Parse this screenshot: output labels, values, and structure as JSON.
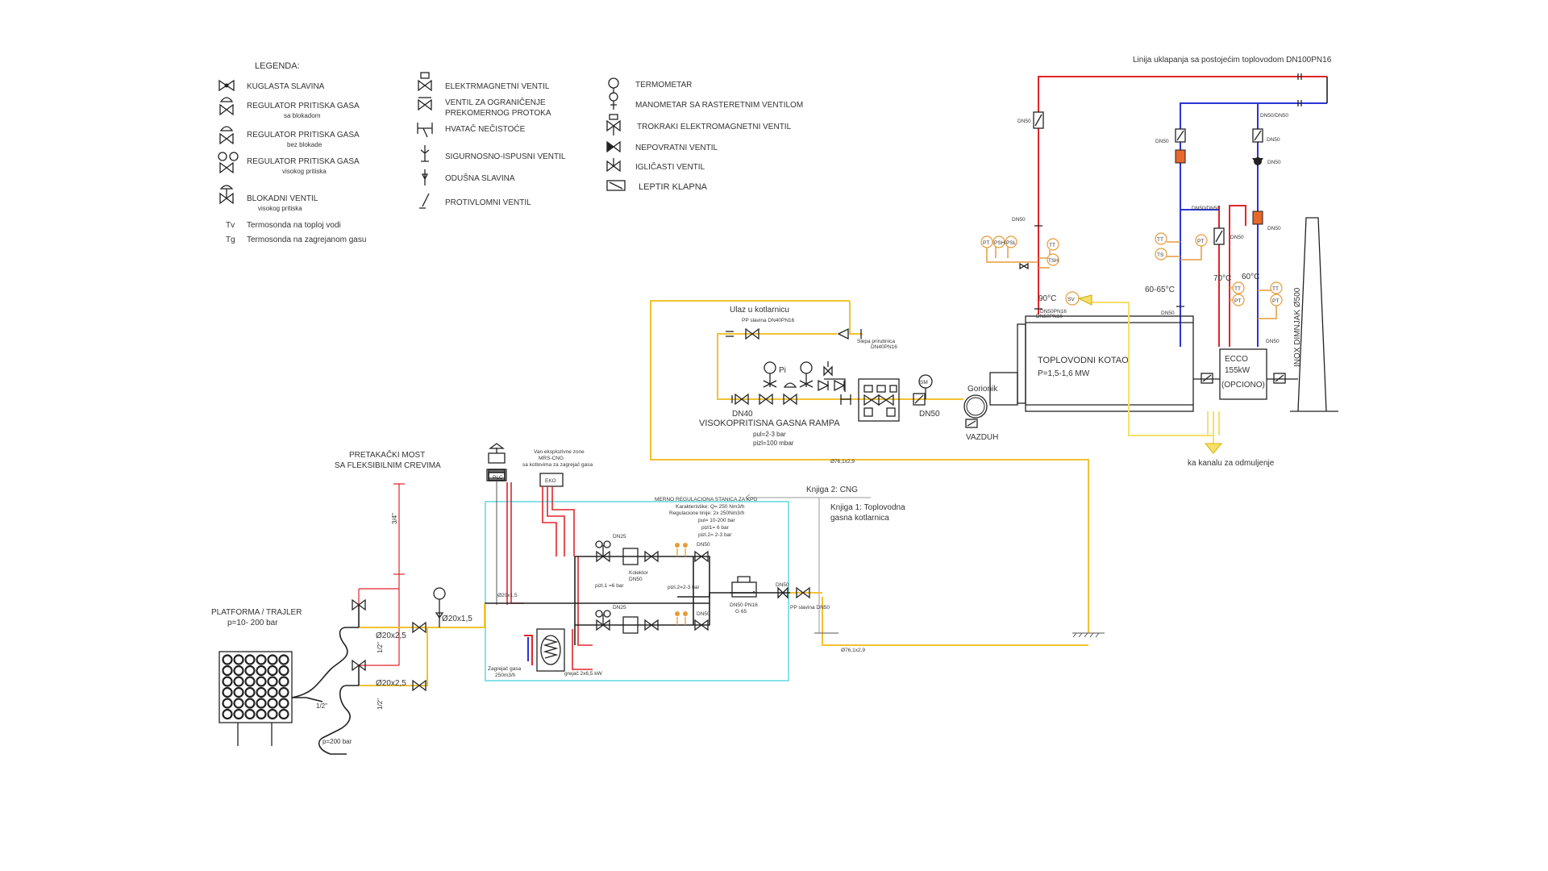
{
  "legend": {
    "title": "LEGENDA:",
    "col1": [
      {
        "icon": "ball-valve-icon",
        "label": "KUGLASTA SLAVINA",
        "sub": ""
      },
      {
        "icon": "pressure-regulator-blocking-icon",
        "label": "REGULATOR PRITISKA GASA",
        "sub": "sa blokadom"
      },
      {
        "icon": "pressure-regulator-icon",
        "label": "REGULATOR PRITISKA GASA",
        "sub": "bez blokade"
      },
      {
        "icon": "high-pressure-regulator-icon",
        "label": "REGULATOR PRITISKA GASA",
        "sub": "visokog pritiska"
      },
      {
        "icon": "shutoff-valve-icon",
        "label": "BLOKADNI VENTIL",
        "sub": "visokog pritiska"
      }
    ],
    "col1_text": [
      {
        "abbr": "Tv",
        "label": "Termosonda na toploj vodi"
      },
      {
        "abbr": "Tg",
        "label": "Termosonda na zagrejanom gasu"
      }
    ],
    "col2": [
      {
        "icon": "solenoid-valve-icon",
        "label": "ELEKTRMAGNETNI VENTIL",
        "sub": ""
      },
      {
        "icon": "excess-flow-valve-icon",
        "label": "VENTIL ZA OGRANIČENJE",
        "sub": "PREKOMERNOG PROTOKA"
      },
      {
        "icon": "strainer-icon",
        "label": "HVATAČ NEČISTOĆE",
        "sub": ""
      },
      {
        "icon": "safety-relief-valve-icon",
        "label": "SIGURNOSNO-ISPUSNI VENTIL",
        "sub": ""
      },
      {
        "icon": "vent-valve-icon",
        "label": "ODUŠNA SLAVINA",
        "sub": ""
      },
      {
        "icon": "flame-arrester-icon",
        "label": "PROTIVLOMNI VENTIL",
        "sub": ""
      }
    ],
    "col3": [
      {
        "icon": "thermometer-icon",
        "label": "TERMOMETAR"
      },
      {
        "icon": "manometer-icon",
        "label": "MANOMETAR SA RASTERETNIM VENTILOM"
      },
      {
        "icon": "three-way-solenoid-icon",
        "label": "TROKRAKI ELEKTROMAGNETNI VENTIL"
      },
      {
        "icon": "check-valve-icon",
        "label": "NEPOVRATNI VENTIL"
      },
      {
        "icon": "needle-valve-icon",
        "label": "IGLIČASTI VENTIL"
      },
      {
        "icon": "butterfly-damper-icon",
        "label": "LEPTIR KLAPNA"
      }
    ]
  },
  "labels": {
    "connection_line": "Linija uklapanja sa postojećim toplovodom DN100PN16",
    "boiler_title": "TOPLOVODNI KOTAO",
    "boiler_power": "P=1,5-1,6 MW",
    "burner": "Gorionik",
    "air": "VAZDUH",
    "ecco_1": "ECCO",
    "ecco_2": "155kW",
    "ecco_3": "(OPCIONO)",
    "chimney": "INOX DIMNJAK Ø500",
    "drain": "ka kanalu za odmuljenje",
    "gas_inlet": "Ulaz u kotlarnicu",
    "gas_inlet_sub": "PP slavina DN40PN16",
    "blind_flange_1": "Slepa prirubnica",
    "blind_flange_2": "DN40PN16",
    "dn40": "DN40",
    "dn50": "DN50",
    "ramp": "VISOKOPRITISNA GASNA RAMPA",
    "pul": "pul=2-3 bar",
    "pizl": "pizl=100 mbar",
    "pipe_76_top": "Ø76,1x2,9",
    "pipe_76_bot": "Ø76,1x2,9",
    "book2": "Knjiga 2: CNG",
    "book1_1": "Knjiga 1: Toplovodna",
    "book1_2": "gasna kotlarnica",
    "bridge_1": "PRETAKAČKI MOST",
    "bridge_2": "SA FLEKSIBILNIM CREVIMA",
    "platform_1": "PLATFORMA / TRAJLER",
    "platform_2": "p=10- 200 bar",
    "p200": "p=200 bar",
    "d20_1": "Ø20x2,5",
    "d20_2": "Ø20x2,5",
    "d20x15": "Ø20x1,5",
    "d20x15_small": "Ø20x1,5",
    "threequarter": "3/4\"",
    "half_1": "1/2\"",
    "half_2": "1/2\"",
    "half_3": "1/2\"",
    "station_title": "MERNO REGULACIONA STANICA ZA KPG",
    "station_l1": "Karakteristike: Q= 250 Nm3/h",
    "station_l2": "Regulacione linije: 2x 250Nm3/h",
    "station_l3": "pul= 10-200 bar",
    "station_l4": "pizl1= 6 bar",
    "station_l5": "pizl.2= 2-3 bar",
    "ex_zone_1": "Van eksplozivne zone",
    "ex_zone_2": "MRS-CNG",
    "ex_zone_3": "sa kotlovima za zagrejač gasa",
    "eko": "EKO",
    "plc": "PLC",
    "dn25_1": "DN25",
    "dn25_2": "DN25",
    "dn50_a": "DN50",
    "dn50_b": "DN50",
    "dn50_c": "DN50",
    "collector_1": "Kolektor",
    "collector_2": "DN50",
    "pizl1_lbl": "pizl.1 =6 bar",
    "pizl2_lbl": "pizl.2=2-3 bar",
    "meter_1": "DN50 PN16",
    "meter_2": "G 65",
    "pp_slavina": "PP slavina DN50",
    "heater_1": "Zagrejač gasa",
    "heater_2": "250m3/h",
    "heater_elec": "grejač 2x6,5 kW",
    "temp_90": "90°C",
    "temp_6065": "60-65°C",
    "temp_70": "70°C",
    "temp_60": "60°C",
    "pi": "Pi",
    "dn50_1": "DN50",
    "dn50_2": "DN50",
    "dn50_3": "DN50",
    "dn50_4": "DN50",
    "dn50_5": "DN50",
    "dn50_6": "DN50",
    "dn50_7": "DN50",
    "dn50_8": "DN50",
    "dn50_pn": "DN50PN16",
    "dn50dn50_1": "DN50/DN50",
    "dn50dn50_2": "DN50/DN50",
    "pt": "PT",
    "tt": "TT",
    "psh": "PSH",
    "psl": "PSL",
    "tsh": "TSH",
    "ts": "TS",
    "sv": "SV",
    "sm": "SM"
  },
  "colors": {
    "hot_water": "#e0262a",
    "return_water": "#2a35d6",
    "gas": "#f1c232",
    "instrument": "#e69b3a",
    "station_frame": "#5ed8e0"
  }
}
